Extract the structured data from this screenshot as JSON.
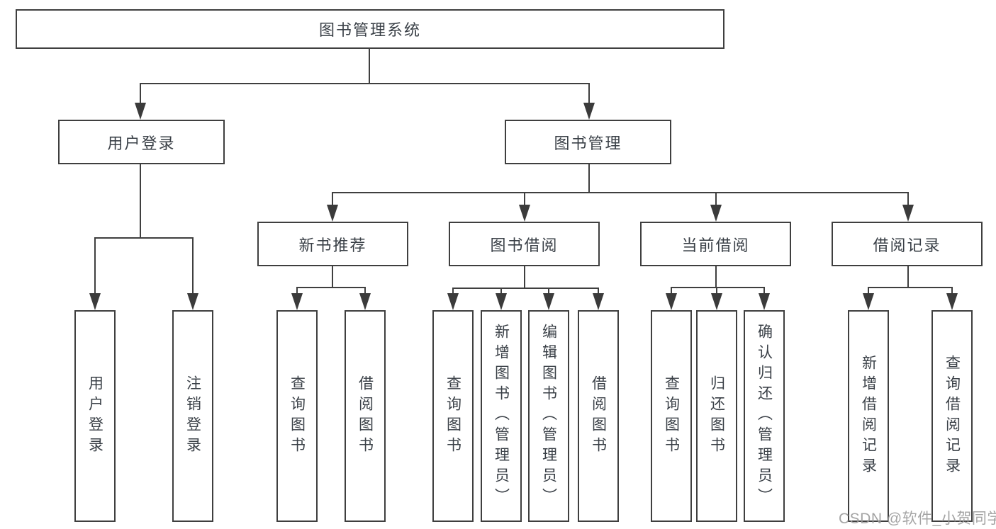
{
  "diagram": {
    "type": "hierarchy-tree",
    "tree": {
      "label": "图书管理系统",
      "children": [
        {
          "label": "用户登录",
          "children": [
            {
              "label": "用户登录"
            },
            {
              "label": "注销登录"
            }
          ]
        },
        {
          "label": "图书管理",
          "children": [
            {
              "label": "新书推荐",
              "children": [
                {
                  "label": "查询图书"
                },
                {
                  "label": "借阅图书"
                }
              ]
            },
            {
              "label": "图书借阅",
              "children": [
                {
                  "label": "查询图书"
                },
                {
                  "label": "新增图书（管理员）"
                },
                {
                  "label": "编辑图书（管理员）"
                },
                {
                  "label": "借阅图书"
                }
              ]
            },
            {
              "label": "当前借阅",
              "children": [
                {
                  "label": "查询图书"
                },
                {
                  "label": "归还图书"
                },
                {
                  "label": "确认归还（管理员）"
                }
              ]
            },
            {
              "label": "借阅记录",
              "children": [
                {
                  "label": "新增借阅记录"
                },
                {
                  "label": "查询借阅记录"
                }
              ]
            }
          ]
        }
      ]
    },
    "line_color": "#3f3f3f",
    "text_color": "#3a4047"
  },
  "watermark": {
    "text": "CSDN @软件_小贺同学"
  }
}
